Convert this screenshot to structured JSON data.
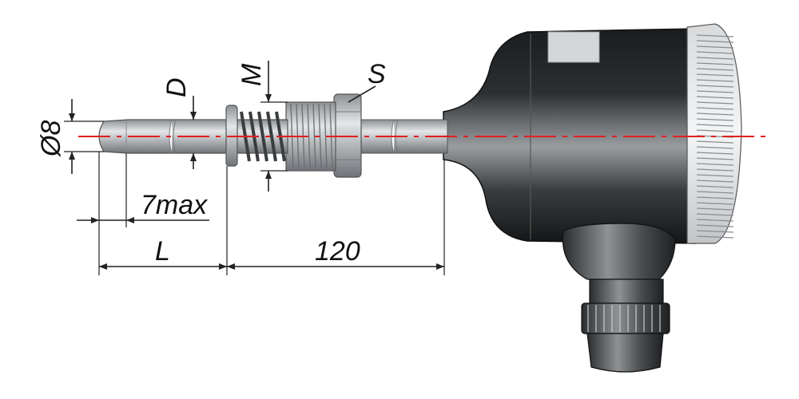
{
  "dimensions": {
    "diameter": "Ø8",
    "probe_diameter": "D",
    "thread": "M",
    "wrench": "S",
    "tip_length": "7max",
    "immersion_length": "L",
    "extension_length": "120"
  },
  "colors": {
    "axis_line": "#e02020",
    "metal_light": "#c9ccce",
    "metal_dark": "#7d8185",
    "head_dark": "#1a1c1e",
    "head_light": "#8a8d90",
    "dimension_line": "#222222"
  }
}
